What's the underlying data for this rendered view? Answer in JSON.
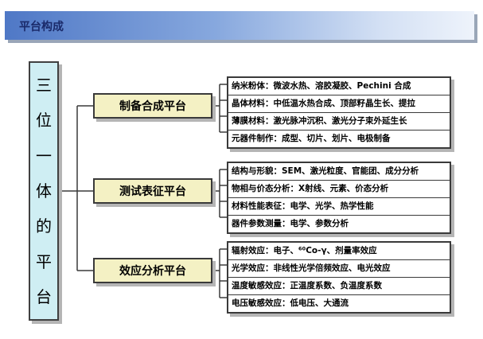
{
  "header": {
    "title": "平台构成"
  },
  "vertical_label": [
    "三",
    "位",
    "一",
    "体",
    "的",
    "平",
    "台"
  ],
  "categories": [
    {
      "label": "制备合成平台",
      "items": [
        "纳米粉体：微波水热、溶胶凝胶、Pechini 合成",
        "晶体材料：中低温水热合成、顶部籽晶生长、提拉",
        "薄膜材料：激光脉冲沉积、激光分子束外延生长",
        "元器件制作：成型、切片、划片、电极制备"
      ]
    },
    {
      "label": "测试表征平台",
      "items": [
        "结构与形貌：SEM、激光粒度、官能团、成分分析",
        "物相与价态分析：X射线、元素、价态分析",
        "材料性能表征：电学、光学、热学性能",
        "器件参数测量：电学、参数分析"
      ]
    },
    {
      "label": "效应分析平台",
      "items": [
        "辐射效应：电子、⁶⁰Co-γ、剂量率效应",
        "光学效应：非线性光学倍频效应、电光效应",
        "温度敏感效应：正温度系数、负温度系数",
        "电压敏感效应：低电压、大通流"
      ]
    }
  ]
}
